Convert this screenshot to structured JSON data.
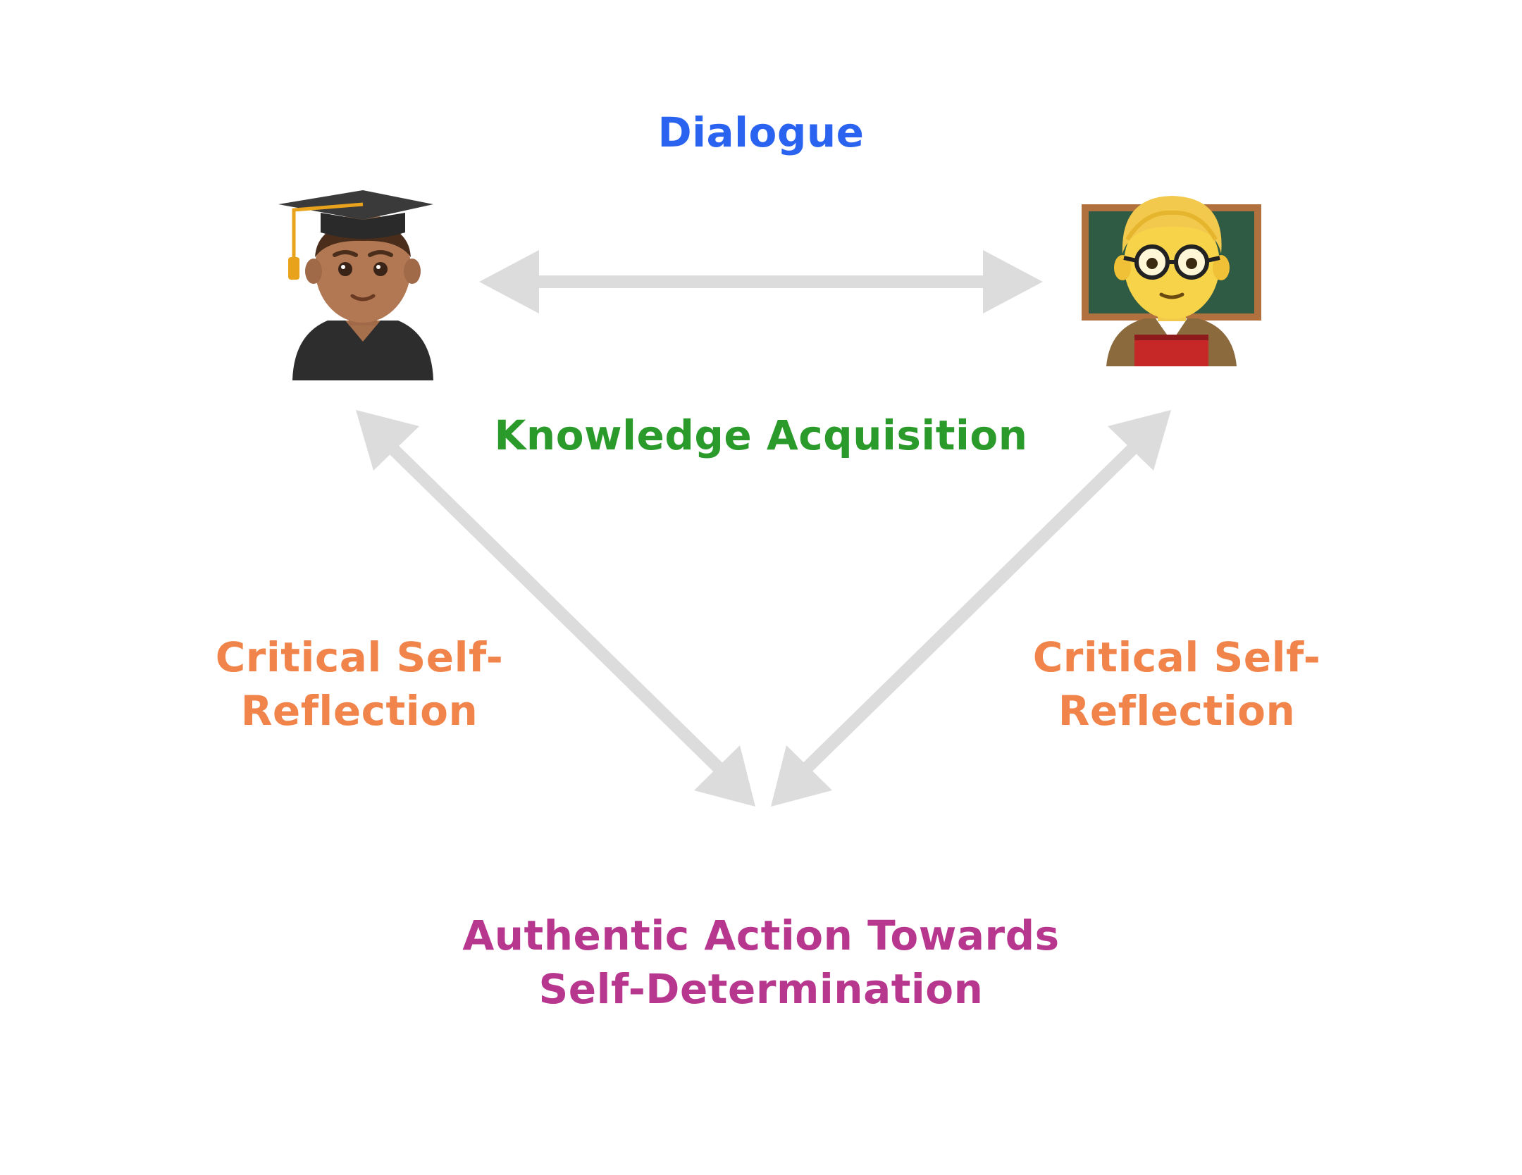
{
  "labels": {
    "dialogue": "Dialogue",
    "knowledge": "Knowledge Acquisition",
    "critical_left_line1": "Critical Self-",
    "critical_left_line2": "Reflection",
    "critical_right_line1": "Critical Self-",
    "critical_right_line2": "Reflection",
    "authentic_line1": "Authentic Action Towards",
    "authentic_line2": "Self-Determination"
  },
  "figures": {
    "student": "student-emoji-icon",
    "teacher": "teacher-emoji-icon"
  },
  "colors": {
    "dialogue": "#2a63f0",
    "knowledge": "#2a9a2a",
    "critical": "#f0844a",
    "authentic": "#b7378f",
    "arrow": "#dcdcdc"
  }
}
